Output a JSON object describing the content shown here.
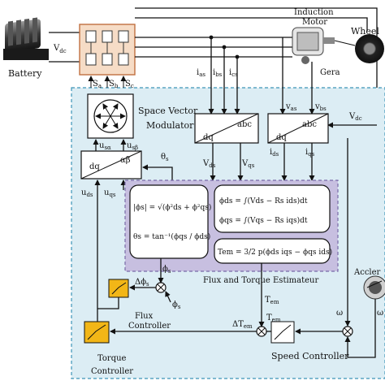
{
  "labels": {
    "battery": "Battery",
    "vdc_left": "V",
    "vdc_left_sub": "dc",
    "induction_motor_1": "Induction",
    "induction_motor_2": "Motor",
    "wheel": "Wheel",
    "gera": "Gera",
    "sa": "S",
    "sa_sub": "a",
    "sb": "S",
    "sb_sub": "b",
    "sc": "S",
    "sc_sub": "c",
    "ias": "i",
    "ias_sub": "as",
    "ibs": "i",
    "ibs_sub": "bs",
    "ics": "i",
    "ics_sub": "cs",
    "vas": "v",
    "vas_sub": "as",
    "vbs": "v",
    "vbs_sub": "bs",
    "vdc_right": "V",
    "vdc_right_sub": "dc",
    "svm_1": "Space Vector",
    "svm_2": "Modulator",
    "usa": "u",
    "usa_sub": "sα",
    "usb": "u",
    "usb_sub": "sβ",
    "theta_s": "θ",
    "theta_s_sub": "s",
    "dq": "dq",
    "alphabeta": "αβ",
    "abc": "abc",
    "uds": "u",
    "uds_sub": "ds",
    "uqs": "u",
    "uqs_sub": "qs",
    "vds": "V",
    "vds_sub": "ds",
    "vqs": "V",
    "vqs_sub": "qs",
    "ids": "i",
    "ids_sub": "ds",
    "iqs": "i",
    "iqs_sub": "qs",
    "estimator": "Flux and Torque Estimateur",
    "flux_controller_1": "Flux",
    "flux_controller_2": "Controller",
    "torque_controller_1": "Torque",
    "torque_controller_2": "Controller",
    "speed_controller": "Speed Controller",
    "delta_phi": "Δϕ",
    "delta_phi_sub": "s",
    "phi_s": "ϕ",
    "phi_s_sub": "s",
    "phi_s_star": "ϕ",
    "phi_s_star_sub": "s",
    "tem": "T",
    "tem_sub": "em",
    "tem_star": "T",
    "tem_star_sub": "em",
    "delta_tem": "ΔT",
    "delta_tem_sub": "em",
    "omega": "ω",
    "omega2": "ω",
    "accelerator": "Accler",
    "eq_phi_abs": "|ϕs| = √(ϕ²ds + ϕ²qs)",
    "eq_theta": "θs = tan⁻¹(ϕqs / ϕds)",
    "eq_phids": "ϕds = ∫(Vds − Rs ids)dt",
    "eq_phiqs": "ϕqs = ∫(Vqs − Rs iqs)dt",
    "eq_tem": "Tem = 3/2 p(ϕds iqs − ϕqs ids)"
  },
  "colors": {
    "panel_bg": "#dcedf4",
    "panel_border": "#3d95b8",
    "estimator_bg": "#c7bfe0",
    "estimator_border": "#7a6aa8",
    "inverter_bg": "#f6dcc6",
    "inverter_border": "#c07040",
    "controller_fill": "#f2b617"
  }
}
